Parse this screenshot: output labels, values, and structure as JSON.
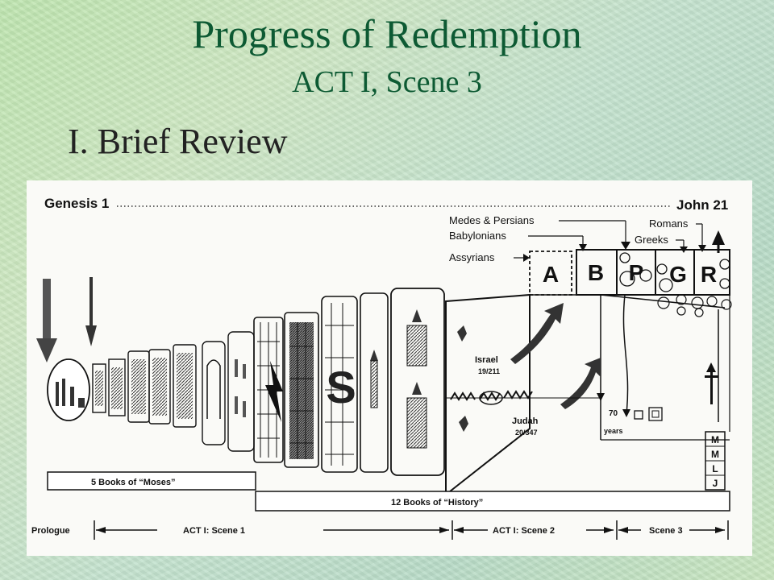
{
  "slide": {
    "title": "Progress of Redemption",
    "subtitle": "ACT I, Scene 3",
    "heading": "I.  Brief Review"
  },
  "diagram": {
    "start_label": "Genesis 1",
    "end_label": "John 21",
    "empires": {
      "medes_persians": "Medes & Persians",
      "babylonians": "Babylonians",
      "assyrians": "Assyrians",
      "romans": "Romans",
      "greeks": "Greeks"
    },
    "empire_letters": [
      "A",
      "B",
      "P",
      "G",
      "R"
    ],
    "big_letter": "S",
    "israel": {
      "name": "Israel",
      "numbers": "19/211"
    },
    "judah": {
      "name": "Judah",
      "numbers": "20/347"
    },
    "captivity": {
      "number": "70",
      "unit": "years"
    },
    "gospels": [
      "M",
      "M",
      "L",
      "J"
    ],
    "bars": {
      "moses": "5 Books of “Moses”",
      "history": "12 Books of “History”"
    },
    "timeline": {
      "prologue": "Prologue",
      "scene1": "ACT I:  Scene 1",
      "scene2": "ACT I:  Scene 2",
      "scene3": "Scene 3"
    }
  }
}
